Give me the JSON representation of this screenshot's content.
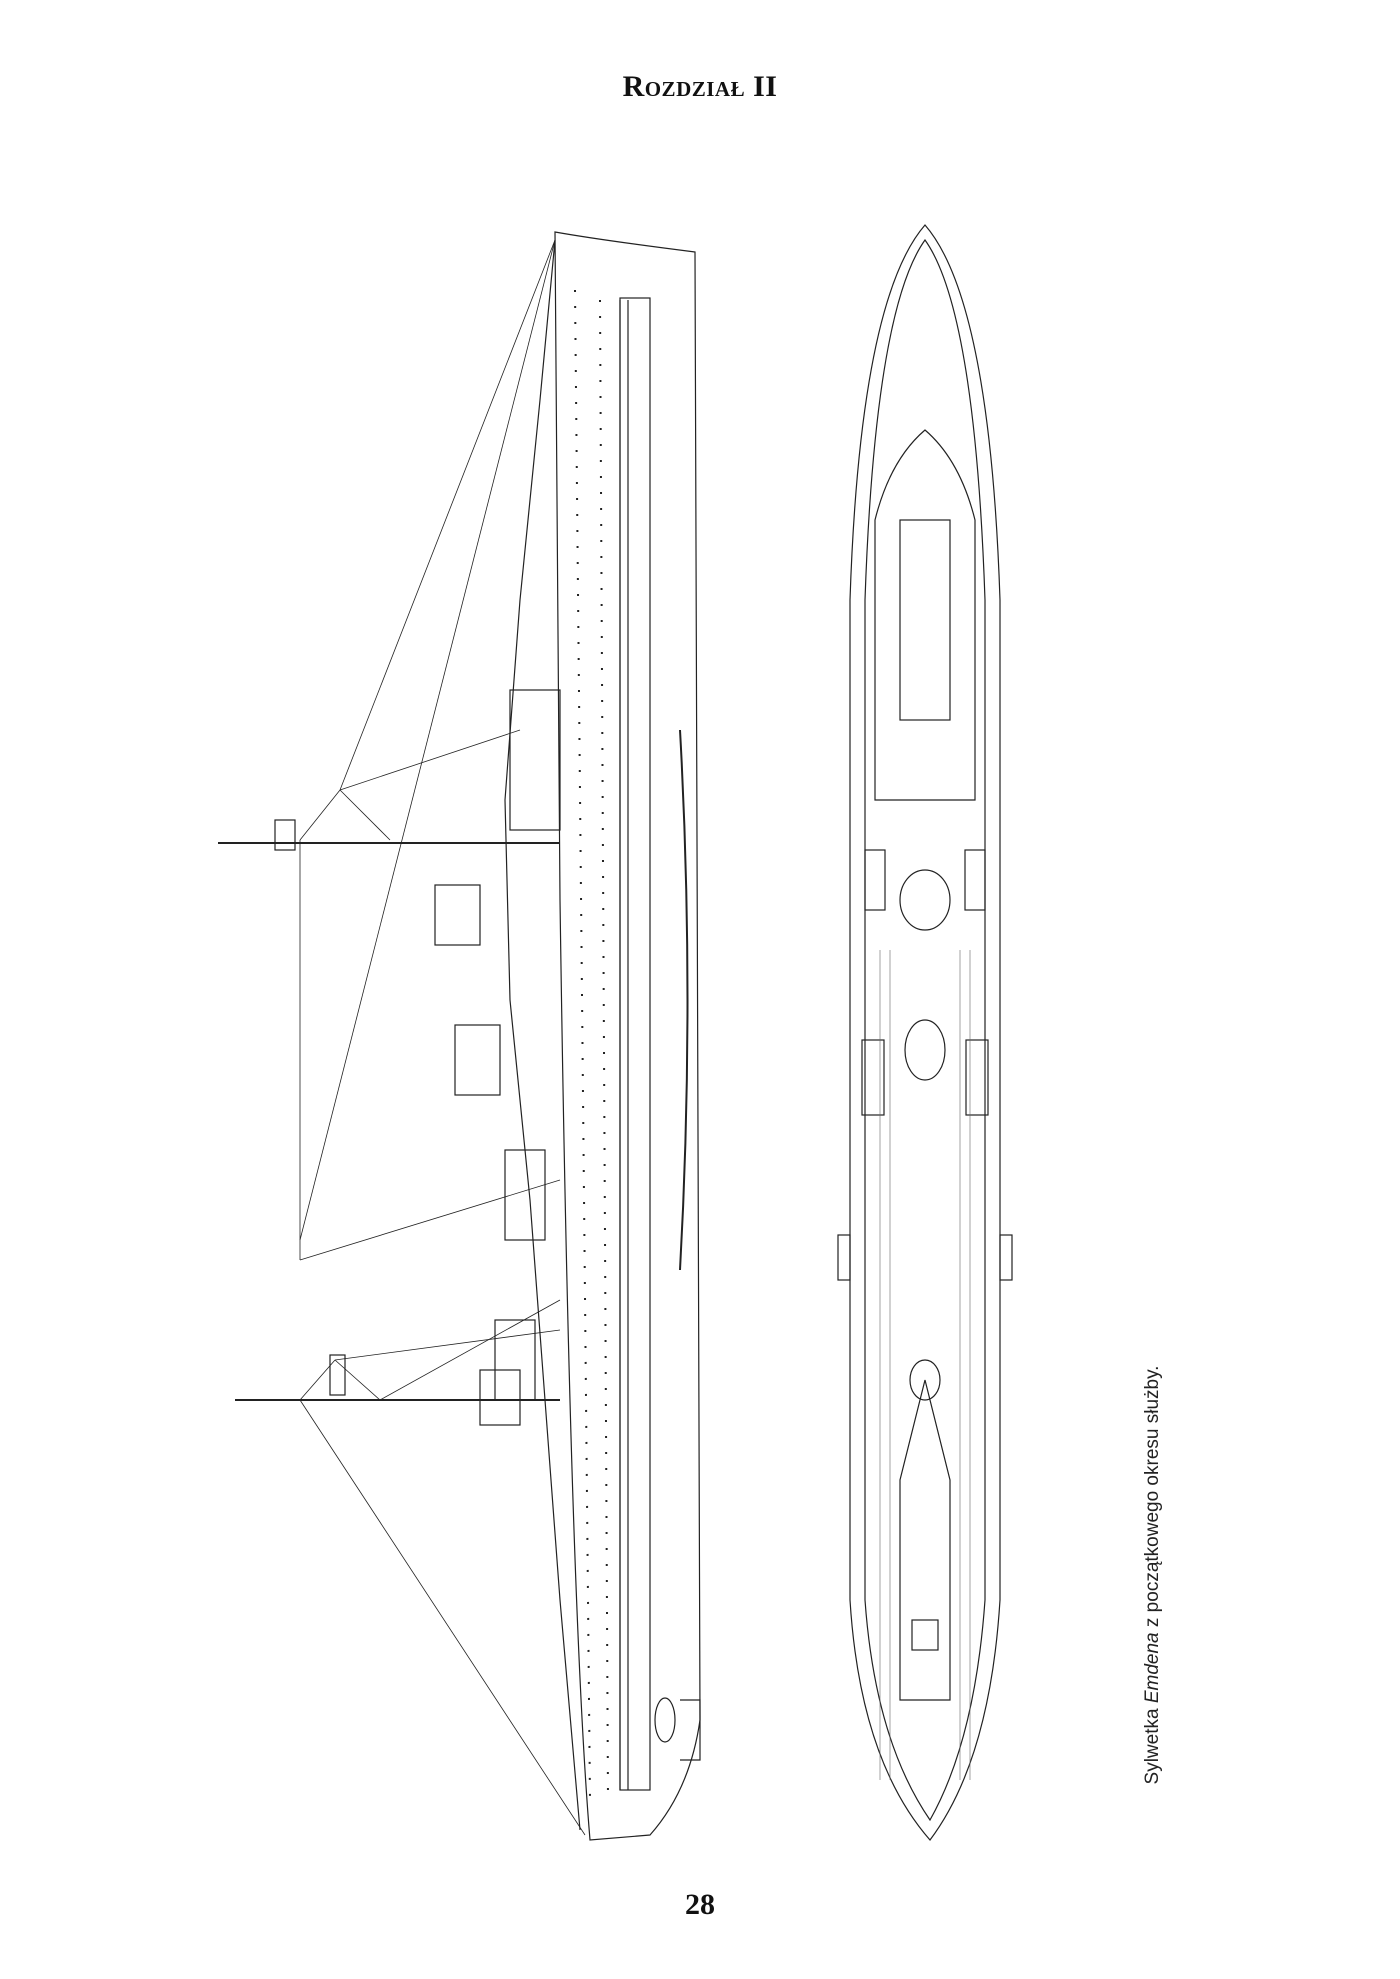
{
  "header": {
    "chapter_title": "Rozdział II"
  },
  "figure": {
    "caption_prefix": "Sylwetka ",
    "caption_ship": "Emdena",
    "caption_suffix": " z początkowego okresu służby."
  },
  "footer": {
    "page_number": "28"
  }
}
